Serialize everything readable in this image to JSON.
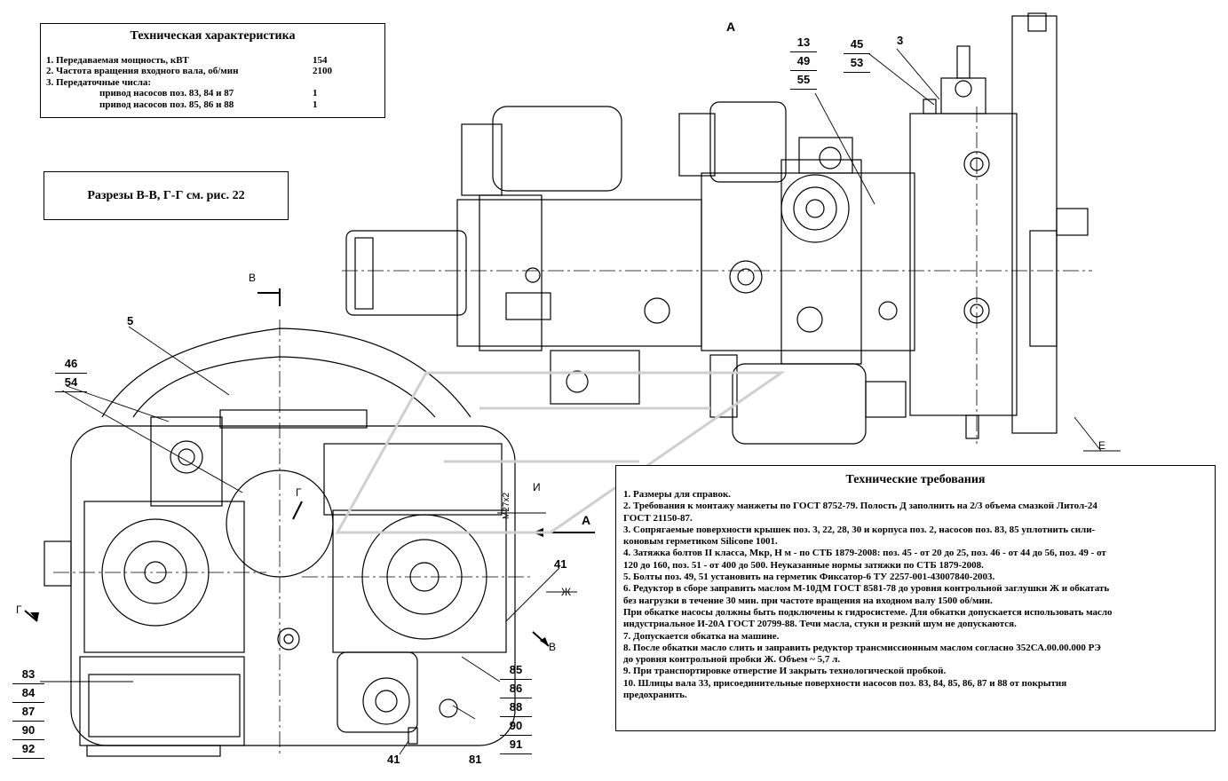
{
  "spec_table": {
    "title": "Техническая характеристика",
    "rows": [
      {
        "label": "1. Передаваемая мощность, кВТ",
        "value": "154"
      },
      {
        "label": "2. Частота вращения входного вала, об/мин",
        "value": "2100"
      },
      {
        "label": "3. Передаточные числа:",
        "value": ""
      },
      {
        "label": "привод насосов поз. 83, 84 и 87",
        "value": "1"
      },
      {
        "label": "привод насосов поз. 85, 86 и 88",
        "value": "1"
      }
    ]
  },
  "sections_note": "Разрезы В-В, Г-Г см. рис.  22",
  "requirements": {
    "title": "Технические требования",
    "lines": [
      "1. Размеры для справок.",
      "2. Требования к монтажу манжеты по ГОСТ 8752-79. Полость Д заполнить на 2/3 объема смазкой Литол-24",
      "ГОСТ 21150-87.",
      "3. Сопрягаемые поверхности крышек поз. 3, 22, 28, 30 и корпуса поз. 2, насосов поз. 83, 85 уплотнить сили-",
      "коновым герметиком Silicone 1001.",
      "4. Затяжка болтов II класса, Мкр, Н м - по СТБ 1879-2008: поз. 45 - от 20 до 25, поз. 46 - от 44 до 56, поз. 49 - от",
      "120 до 160, поз. 51 - от 400 до 500.  Неуказанные нормы затяжки по СТБ 1879-2008.",
      "5. Болты поз. 49, 51 установить на герметик Фиксатор-6 ТУ 2257-001-43007840-2003.",
      "6. Редуктор в сборе заправить маслом М-10ДМ ГОСТ 8581-78 до уровня контрольной заглушки Ж и обкатать",
      "без нагрузки в течение 30 мин. при частоте вращения на входном валу 1500 об/мин.",
      "При обкатке насосы должны быть подключены к гидросистеме. Для обкатки допускается использовать масло",
      "индустриальное И-20А ГОСТ 20799-88. Течи масла, стуки и резкий шум не допускаются.",
      "7. Допускается обкатка на машине.",
      "8. После обкатки масло слить и заправить редуктор трансмиссионным маслом согласно 352СА.00.00.000 РЭ",
      "до уровня контрольной пробки Ж. Объем  ~  5,7 л.",
      "9. При транспортировке отверстие И закрыть технологической пробкой.",
      "10. Шлицы вала 33, присоединительные поверхности насосов поз. 83, 84, 85, 86, 87 и 88 от покрытия",
      "предохранить."
    ]
  },
  "view_labels": {
    "a_top": "А",
    "a_arrow": "А",
    "v_top": "В",
    "v_bottom": "В",
    "g_left": "Г",
    "g_center": "Г",
    "i": "И",
    "zh": "Ж",
    "e": "Е",
    "thread": "M27x2"
  },
  "callouts": {
    "c5": "5",
    "c3": "3",
    "c41_right": "41",
    "c41_bottom": "41",
    "c81": "81",
    "group_13": [
      "13",
      "49",
      "55"
    ],
    "group_45": [
      "45",
      "53"
    ],
    "group_46": [
      "46",
      "54"
    ],
    "group_83": [
      "83",
      "84",
      "87",
      "90",
      "92"
    ],
    "group_85": [
      "85",
      "86",
      "88",
      "90",
      "91"
    ]
  }
}
